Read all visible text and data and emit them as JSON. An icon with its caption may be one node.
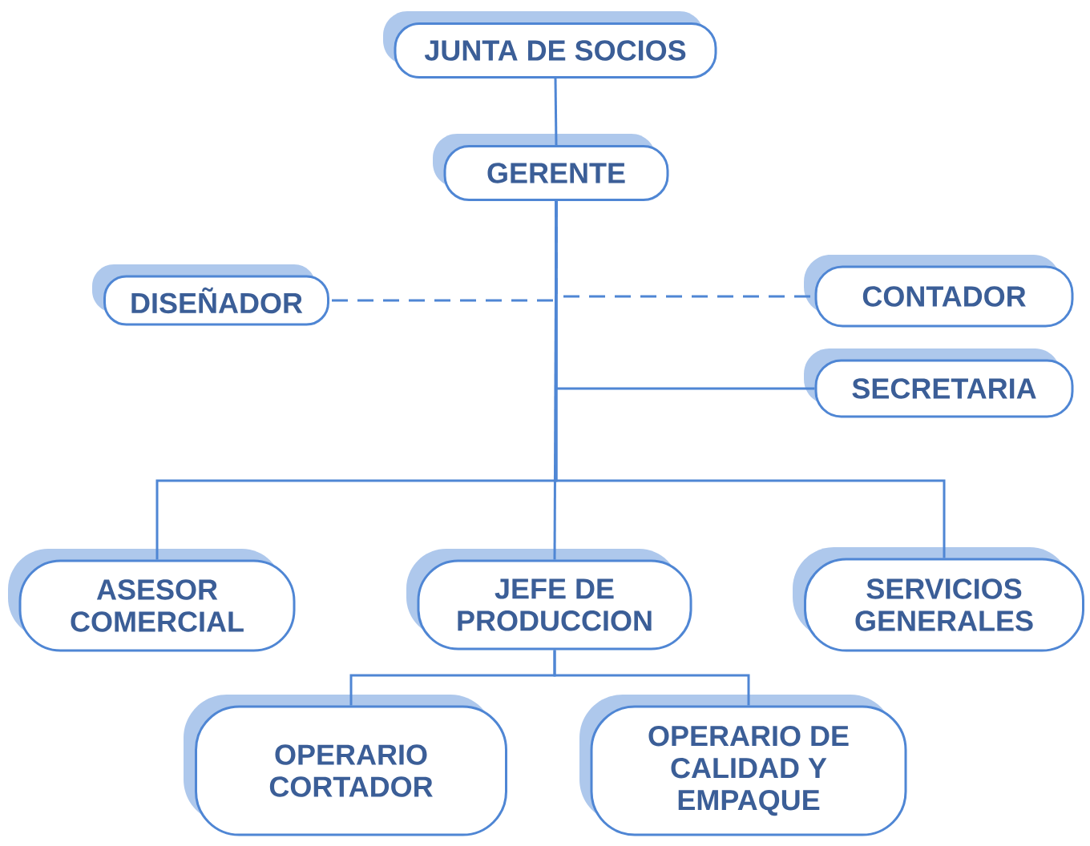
{
  "diagram": {
    "nodes": [
      {
        "text": [
          "JUNTA DE SOCIOS"
        ]
      },
      {
        "text": [
          "GERENTE"
        ]
      },
      {
        "text": [
          "DISEÑADOR"
        ]
      },
      {
        "text": [
          "CONTADOR"
        ]
      },
      {
        "text": [
          "SECRETARIA"
        ]
      },
      {
        "text": [
          "ASESOR COMERCIAL"
        ]
      },
      {
        "text": [
          "JEFE DE PRODUCCION"
        ]
      },
      {
        "text": [
          "SERVICIOS GENERALES"
        ]
      },
      {
        "text": [
          "OPERARIO CORTADOR"
        ]
      },
      {
        "text": [
          "OPERARIO DE CALIDAD Y EMPAQUE"
        ]
      }
    ],
    "edges": [
      {
        "from": 0,
        "to": 1,
        "arrow": "none"
      },
      {
        "from": 1,
        "to": 2,
        "arrow": "none",
        "style": "dashed"
      },
      {
        "from": 1,
        "to": 3,
        "arrow": "none",
        "style": "dashed"
      },
      {
        "from": 1,
        "to": 4,
        "arrow": "none"
      },
      {
        "from": 1,
        "to": 5,
        "arrow": "none"
      },
      {
        "from": 1,
        "to": 6,
        "arrow": "none"
      },
      {
        "from": 1,
        "to": 7,
        "arrow": "none"
      },
      {
        "from": 6,
        "to": 8,
        "arrow": "none"
      },
      {
        "from": 6,
        "to": 9,
        "arrow": "none"
      }
    ]
  }
}
